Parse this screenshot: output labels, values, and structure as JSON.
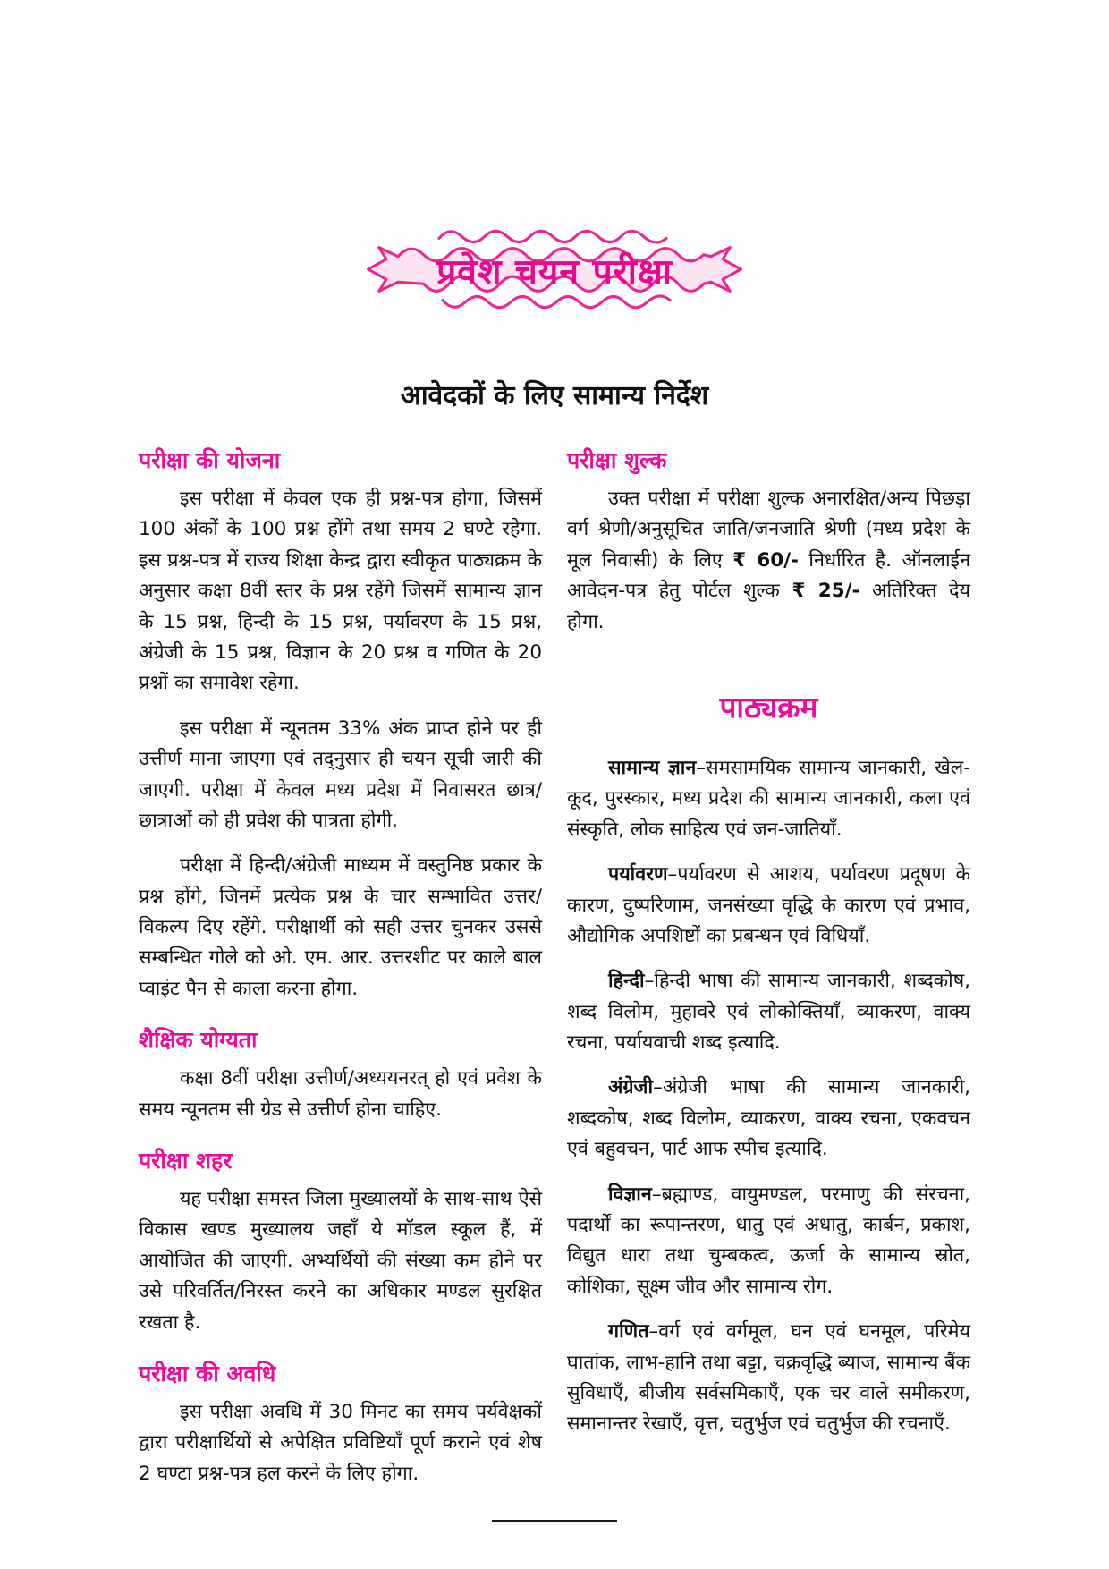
{
  "colors": {
    "accent": "#ee0a9b",
    "banner_fill": "#fbe3ef",
    "banner_stroke": "#ec268f",
    "banner_text": "#e80890",
    "body_text": "#111111"
  },
  "banner": {
    "title": "प्रवेश चयन परीक्षा"
  },
  "main_heading": "आवेदकों के लिए सामान्य निर्देश",
  "left_column": {
    "sections": [
      {
        "heading": "परीक्षा की योजना",
        "paragraphs": [
          "इस परीक्षा में केवल एक ही प्रश्न-पत्र होगा, जिसमें 100 अंकों के 100 प्रश्न होंगे तथा समय 2 घण्टे रहेगा. इस प्रश्न-पत्र में राज्य शिक्षा केन्द्र द्वारा स्वीकृत पाठ्यक्रम के अनुसार कक्षा 8वीं स्तर के प्रश्न रहेंगे जिसमें सामान्य ज्ञान के 15 प्रश्न, हिन्दी के 15 प्रश्न, पर्यावरण के 15 प्रश्न, अंग्रेजी के 15 प्रश्न, विज्ञान के 20 प्रश्न व गणित के 20 प्रश्नों का समावेश रहेगा.",
          "इस परीक्षा में न्यूनतम 33% अंक प्राप्त होने पर ही उत्तीर्ण माना जाएगा एवं तद्नुसार ही चयन सूची जारी की जाएगी. परीक्षा में केवल मध्य प्रदेश में निवासरत छात्र/छात्राओं को ही प्रवेश की पात्रता होगी.",
          "परीक्षा में हिन्दी/अंग्रेजी माध्यम में वस्तुनिष्ठ प्रकार के प्रश्न होंगे, जिनमें प्रत्येक प्रश्न के चार सम्भावित उत्तर/विकल्प दिए रहेंगे. परीक्षार्थी को सही उत्तर चुनकर उससे सम्बन्धित गोले को ओ. एम. आर. उत्तरशीट पर काले बाल प्वाइंट पैन से काला करना होगा."
        ]
      },
      {
        "heading": "शैक्षिक योग्यता",
        "paragraphs": [
          "कक्षा 8वीं परीक्षा उत्तीर्ण/अध्ययनरत् हो एवं प्रवेश के समय न्यूनतम सी ग्रेड से उत्तीर्ण होना चाहिए."
        ]
      },
      {
        "heading": "परीक्षा शहर",
        "paragraphs": [
          "यह परीक्षा समस्त जिला मुख्यालयों के साथ-साथ ऐसे विकास खण्ड मुख्यालय जहाँ ये मॉडल स्कूल हैं, में आयोजित की जाएगी. अभ्यर्थियों की संख्या कम होने पर उसे परिवर्तित/निरस्त करने का अधिकार मण्डल सुरक्षित रखता है."
        ]
      },
      {
        "heading": "परीक्षा की अवधि",
        "paragraphs": [
          "इस परीक्षा अवधि में 30 मिनट का समय पर्यवेक्षकों द्वारा परीक्षार्थियों से अपेक्षित प्रविष्टियाँ पूर्ण कराने एवं शेष 2 घण्टा प्रश्न-पत्र हल करने के लिए होगा."
        ]
      }
    ]
  },
  "right_column": {
    "fee": {
      "heading": "परीक्षा शुल्क",
      "text_before_amount1": "उक्त परीक्षा में परीक्षा शुल्क अनारक्षित/अन्य पिछड़ा वर्ग श्रेणी/अनुसूचित जाति/जनजाति श्रेणी (मध्य प्रदेश के मूल निवासी) के लिए ",
      "amount1": "₹ 60/-",
      "text_between": " निर्धारित है. ऑनलाईन आवेदन-पत्र हेतु पोर्टल शुल्क ",
      "amount2": "₹ 25/-",
      "text_after": " अतिरिक्त देय होगा."
    },
    "syllabus": {
      "heading": "पाठ्यक्रम",
      "items": [
        {
          "term": "सामान्य ज्ञान",
          "desc": "–समसामयिक सामान्य जानकारी, खेल-कूद, पुरस्कार, मध्य प्रदेश की सामान्य जानकारी, कला एवं संस्कृति, लोक साहित्य एवं जन-जातियाँ."
        },
        {
          "term": "पर्यावरण",
          "desc": "–पर्यावरण से आशय, पर्यावरण प्रदूषण के कारण, दुष्परिणाम, जनसंख्या वृद्धि के कारण एवं प्रभाव, औद्योगिक अपशिष्टों का प्रबन्धन एवं विधियाँ."
        },
        {
          "term": "हिन्दी",
          "desc": "–हिन्दी भाषा की सामान्य जानकारी, शब्दकोष, शब्द विलोम, मुहावरे एवं लोकोक्तियाँ, व्याकरण, वाक्य रचना, पर्यायवाची शब्द इत्यादि."
        },
        {
          "term": "अंग्रेजी",
          "desc": "–अंग्रेजी भाषा की सामान्य जानकारी, शब्दकोष, शब्द विलोम, व्याकरण, वाक्य रचना, एकवचन एवं बहुवचन, पार्ट आफ स्पीच इत्यादि."
        },
        {
          "term": "विज्ञान",
          "desc": "–ब्रह्माण्ड, वायुमण्डल, परमाणु की संरचना, पदार्थों का रूपान्तरण, धातु एवं अधातु, कार्बन, प्रकाश, विद्युत धारा तथा चुम्बकत्व, ऊर्जा के सामान्य स्रोत, कोशिका, सूक्ष्म जीव और सामान्य रोग."
        },
        {
          "term": "गणित",
          "desc": "–वर्ग एवं वर्गमूल, घन एवं घनमूल, परिमेय घातांक, लाभ-हानि तथा बट्टा, चक्रवृद्धि ब्याज, सामान्य बैंक सुविधाएँ, बीजीय सर्वसमिकाएँ, एक चर वाले समीकरण, समानान्तर रेखाएँ, वृत्त, चतुर्भुज एवं चतुर्भुज की रचनाएँ."
        }
      ]
    }
  }
}
